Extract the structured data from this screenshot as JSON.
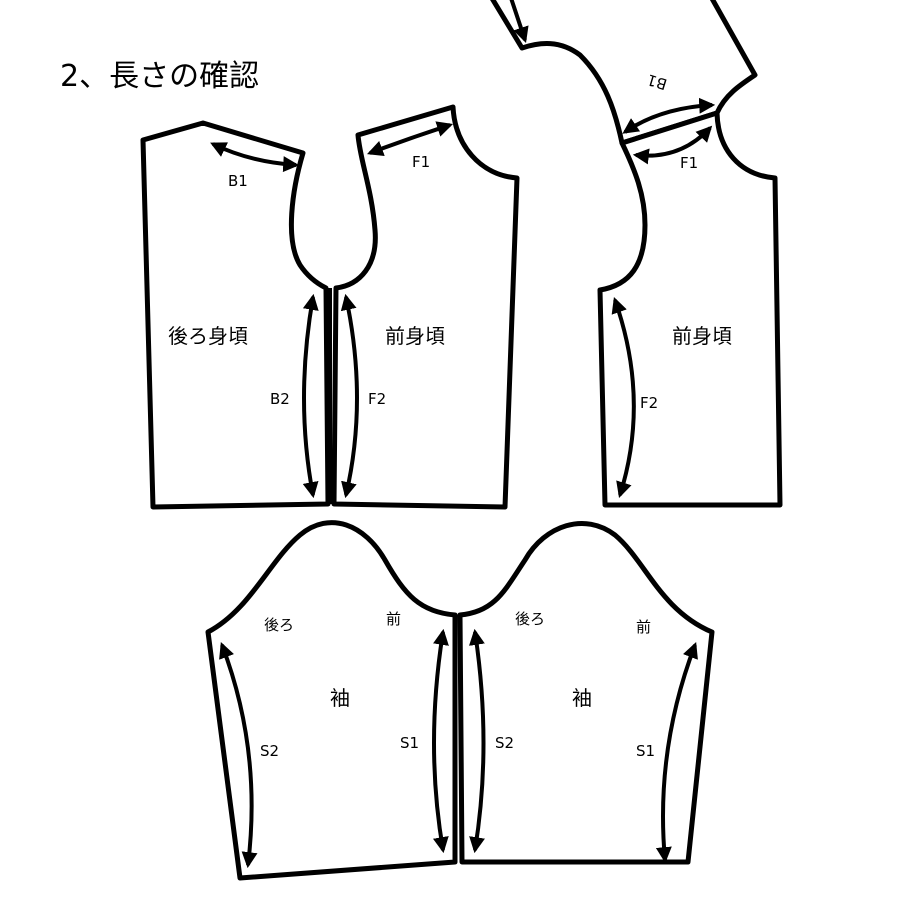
{
  "title": "2、長さの確認",
  "bodice_back": {
    "name": "後ろ身頃",
    "shoulder": "B1",
    "side": "B2"
  },
  "bodice_front": {
    "name": "前身頃",
    "shoulder": "F1",
    "side": "F2"
  },
  "overlay": {
    "name": "前身頃",
    "back_shoulder": "B1",
    "front_shoulder": "F1",
    "side": "F2"
  },
  "sleeve_left": {
    "name": "袖",
    "back": "後ろ",
    "front": "前",
    "left_seam": "S2",
    "right_seam": "S1"
  },
  "sleeve_right": {
    "name": "袖",
    "back": "後ろ",
    "front": "前",
    "left_seam": "S2",
    "right_seam": "S1"
  }
}
